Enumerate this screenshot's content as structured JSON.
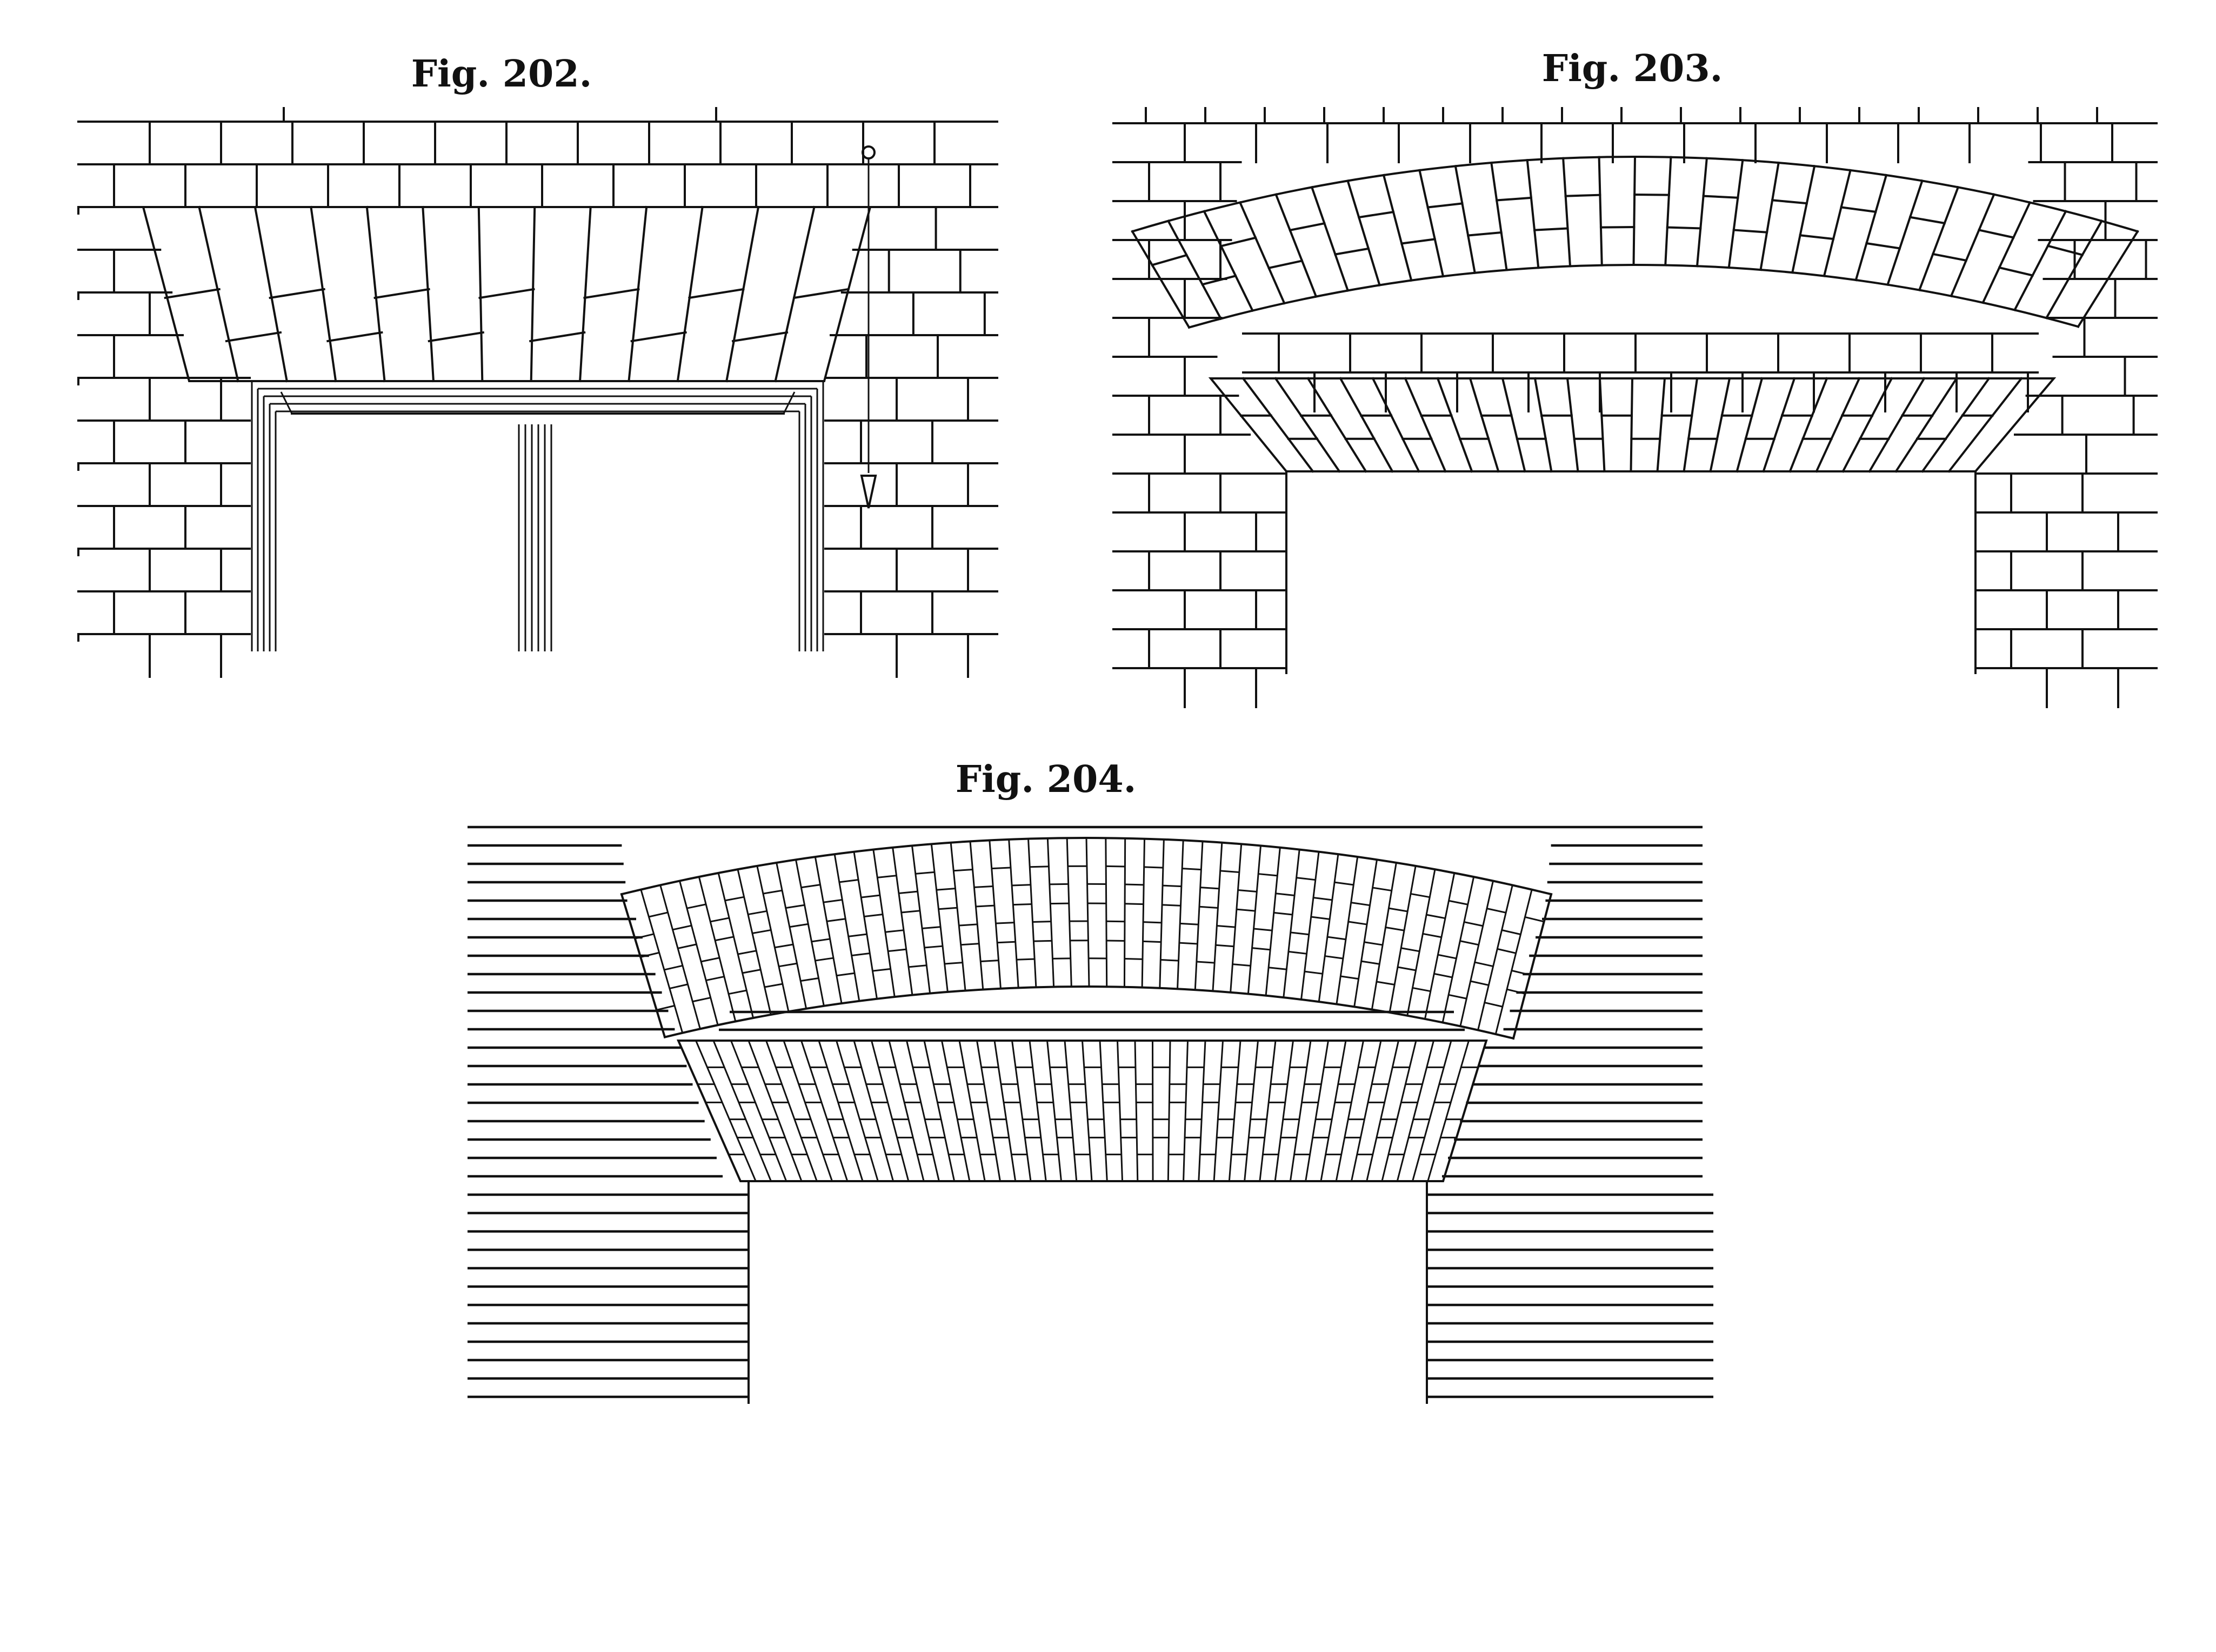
{
  "figures": [
    {
      "id": "fig-202",
      "caption": "Fig. 202."
    },
    {
      "id": "fig-203",
      "caption": "Fig. 203."
    },
    {
      "id": "fig-204",
      "caption": "Fig. 204."
    }
  ],
  "colors": {
    "ink": "#111111",
    "paper": "#ffffff"
  }
}
